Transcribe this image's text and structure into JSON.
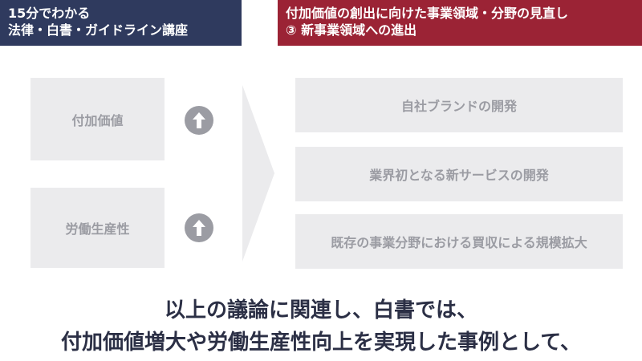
{
  "header_left": {
    "line1": "15分でわかる",
    "line2": "法律・白書・ガイドライン講座"
  },
  "header_right": {
    "line1": "付加価値の創出に向けた事業領域・分野の見直し",
    "line2": "③ 新事業領域への進出"
  },
  "left_items": [
    {
      "label": "付加価値",
      "icon": "arrow-up-icon"
    },
    {
      "label": "労働生産性",
      "icon": "arrow-up-icon"
    }
  ],
  "right_items": [
    {
      "label": "自社ブランドの開発"
    },
    {
      "label": "業界初となる新サービスの開発"
    },
    {
      "label": "既存の事業分野における買収による規模拡大"
    }
  ],
  "conclusion": {
    "line1": "以上の議論に関連し、白書では、",
    "line2": "付加価値増大や労働生産性向上を実現した事例として、"
  },
  "colors": {
    "header_left_bg": "#2f3a5e",
    "header_right_bg": "#9b2335",
    "box_bg": "#ebebed",
    "box_text": "#9b9ca3",
    "conclusion_text": "#2b2f45"
  }
}
